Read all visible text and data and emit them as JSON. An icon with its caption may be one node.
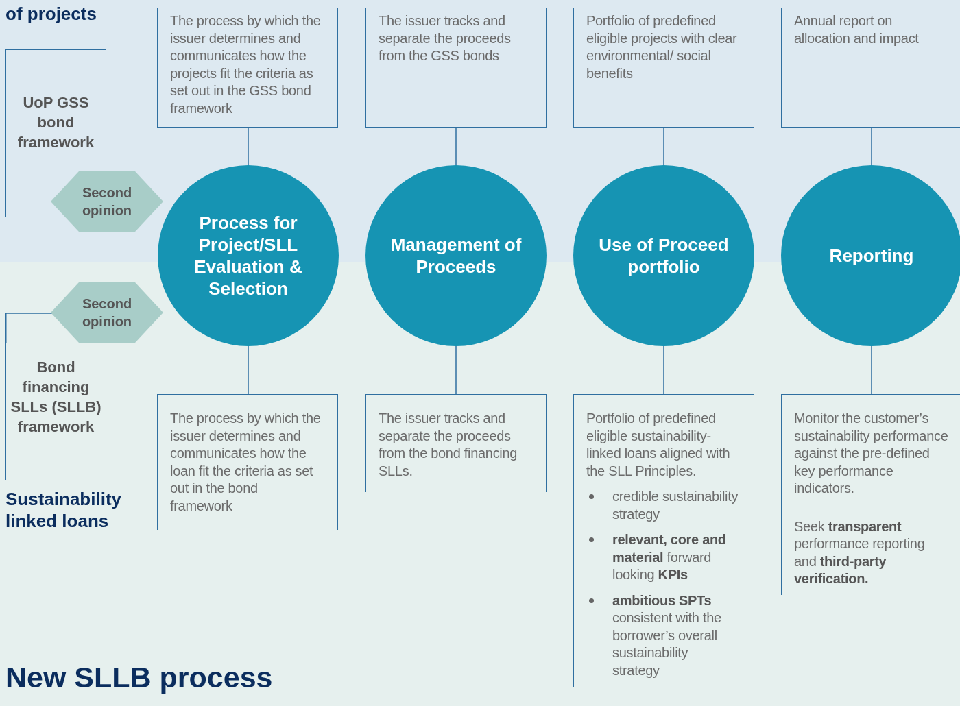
{
  "diagram": {
    "nodes": [
      {
        "text": [
          "UoP GSS bond framework"
        ]
      },
      {
        "text": [
          "Second opinion"
        ]
      },
      {
        "text": [
          "Bond financing SLLs (SLLB) framework"
        ]
      },
      {
        "text": [
          "Second opinion"
        ]
      },
      {
        "text": [
          "Process for Project/SLL Evaluation & Selection"
        ]
      },
      {
        "text": [
          "Management of Proceeds"
        ]
      },
      {
        "text": [
          "Use of Proceed portfolio"
        ]
      },
      {
        "text": [
          "Reporting"
        ]
      },
      {
        "text": [
          "The process by which the issuer determines and communicates how the projects fit the criteria as set out in the GSS bond framework"
        ]
      },
      {
        "text": [
          "The issuer tracks and separate the proceeds from the GSS bonds"
        ]
      },
      {
        "text": [
          "Portfolio of predefined eligible projects with clear environmental/ social benefits"
        ]
      },
      {
        "text": [
          "Annual report on allocation and impact"
        ]
      },
      {
        "text": [
          "The process by which the issuer determines and communicates how the loan fit the criteria as set out in the bond framework"
        ]
      },
      {
        "text": [
          "The issuer tracks and separate the proceeds from the bond financing SLLs."
        ]
      },
      {
        "text": [
          "Portfolio of predefined eligible sustainability-linked loans aligned with the SLL Principles.",
          "credible sustainability strategy",
          "**relevant, core and material** forward looking **KPIs**",
          "**ambitious SPTs** consistent with the borrower’s overall sustainability strategy"
        ]
      },
      {
        "text": [
          "Monitor the customer’s sustainability performance against the pre-defined key performance indicators.",
          "Seek **transparent** performance reporting and **third-party verification.**"
        ]
      }
    ],
    "edges": [
      {
        "from": 4,
        "to": 8,
        "arrow": "none"
      },
      {
        "from": 5,
        "to": 9,
        "arrow": "none"
      },
      {
        "from": 6,
        "to": 10,
        "arrow": "none"
      },
      {
        "from": 7,
        "to": 11,
        "arrow": "none"
      },
      {
        "from": 4,
        "to": 12,
        "arrow": "none"
      },
      {
        "from": 5,
        "to": 13,
        "arrow": "none"
      },
      {
        "from": 6,
        "to": 14,
        "arrow": "none"
      },
      {
        "from": 7,
        "to": 15,
        "arrow": "none"
      }
    ],
    "labels": [
      "of projects",
      "Sustainability linked loans",
      "New SLLB process"
    ]
  }
}
